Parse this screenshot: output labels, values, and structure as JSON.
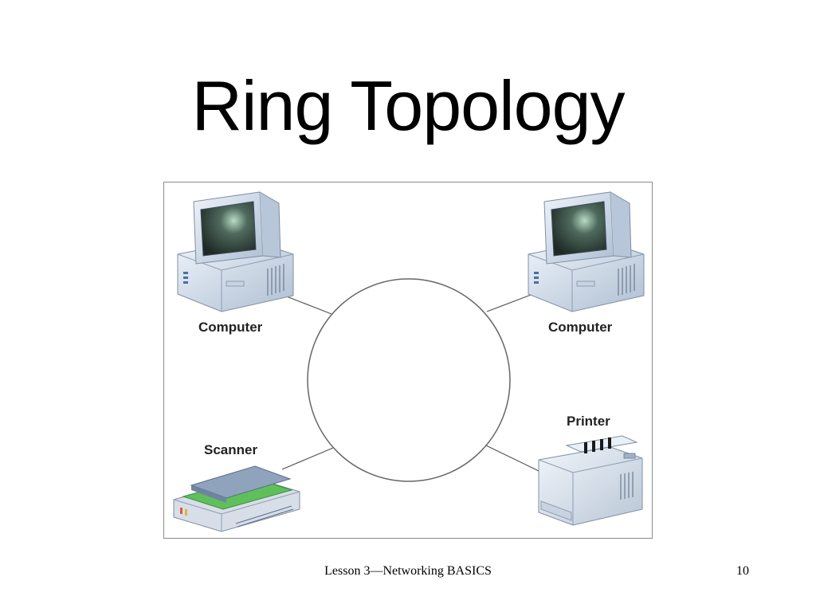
{
  "slide": {
    "title": "Ring Topology"
  },
  "diagram": {
    "nodes": [
      {
        "id": "computer-top-left",
        "label": "Computer",
        "icon": "desktop-computer-icon"
      },
      {
        "id": "computer-top-right",
        "label": "Computer",
        "icon": "desktop-computer-icon"
      },
      {
        "id": "scanner",
        "label": "Scanner",
        "icon": "flatbed-scanner-icon"
      },
      {
        "id": "printer",
        "label": "Printer",
        "icon": "laser-printer-icon"
      }
    ],
    "ring": "ring-network-circle"
  },
  "footer": {
    "lesson": "Lesson 3—Networking BASICS",
    "page_number": "10"
  }
}
